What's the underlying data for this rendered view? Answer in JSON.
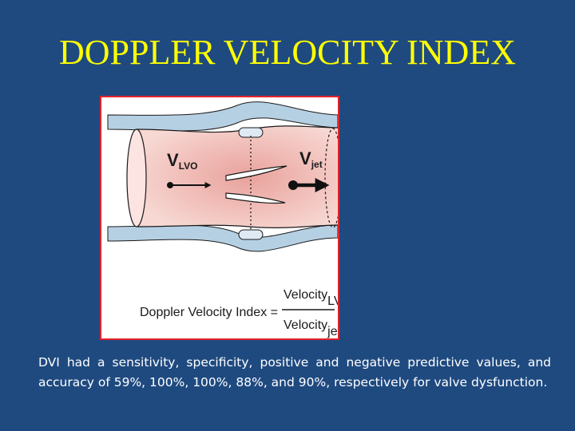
{
  "slide": {
    "title": "DOPPLER VELOCITY INDEX",
    "caption": "DVI had a sensitivity, specificity, positive and negative predictive values, and accuracy of 59%, 100%, 100%, 88%, and 90%, respectively for valve dysfunction."
  },
  "diagram": {
    "v_lvo_main": "V",
    "v_lvo_sub": "LVO",
    "v_jet_main": "V",
    "v_jet_sub": "jet",
    "formula_label": "Doppler Velocity Index =",
    "numerator_main": "Velocity",
    "numerator_sub": "LVO",
    "denominator_main": "Velocity",
    "denominator_sub": "jet"
  },
  "colors": {
    "background": "#1f4a80",
    "title": "#ffff00",
    "frame_border": "#e4222a",
    "vessel_fill": "#f2c2bd",
    "vessel_wall": "#b6d0e3"
  }
}
